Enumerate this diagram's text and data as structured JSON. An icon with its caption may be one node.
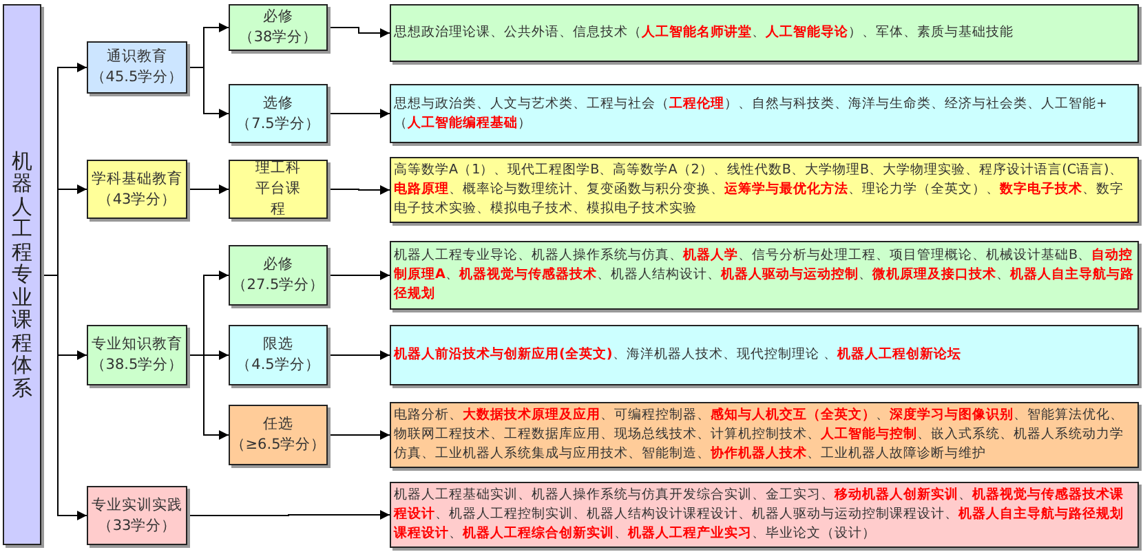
{
  "diagram": {
    "nodes": [
      {
        "text": [
          "机器人工程专业课程体系"
        ]
      },
      {
        "text": [
          "通识教育",
          "（45.5学分）"
        ]
      },
      {
        "text": [
          "必修",
          "（38学分）"
        ]
      },
      {
        "text": [
          "思想政治理论课、公共外语、信息技术（**人工智能名师讲堂**、**人工智能导论**）、军体、素质与基础技能"
        ]
      },
      {
        "text": [
          "选修",
          "（7.5学分）"
        ]
      },
      {
        "text": [
          "思想与政治类、人文与艺术类、工程与社会（**工程伦理**）、自然与科技类、海洋与生命类、经济与社会类、人工智能+（**人工智能编程基础**）"
        ]
      },
      {
        "text": [
          "学科基础教育",
          "（43学分）"
        ]
      },
      {
        "text": [
          "理工科平台课程"
        ]
      },
      {
        "text": [
          "高等数学A（1）、现代工程图学B、高等数学A（2）、线性代数B、大学物理B、大学物理实验、程序设计语言(C语言)、**电路原理**、概率论与数理统计、复变函数与积分变换、**运筹学与最优化方法**、理论力学（全英文）、**数字电子技术**、数字电子技术实验、模拟电子技术、模拟电子技术实验"
        ]
      },
      {
        "text": [
          "专业知识教育",
          "（38.5学分）"
        ]
      },
      {
        "text": [
          "必修",
          "（27.5学分）"
        ]
      },
      {
        "text": [
          "机器人工程专业导论、机器人操作系统与仿真、**机器人学**、信号分析与处理工程、项目管理概论、机械设计基础B、**自动控制原理A**、**机器视觉与传感器技术**、机器人结构设计、**机器人驱动与运动控制**、**微机原理及接口技术**、**机器人自主导航与路径规划**"
        ]
      },
      {
        "text": [
          "限选",
          "（4.5学分）"
        ]
      },
      {
        "text": [
          "**机器人前沿技术与创新应用(全英文)**、海洋机器人技术、现代控制理论 、**机器人工程创新论坛**"
        ]
      },
      {
        "text": [
          "任选",
          "（≥6.5学分）"
        ]
      },
      {
        "text": [
          "电路分析、**大数据技术原理及应用**、可编程控制器、**感知与人机交互（全英文）**、**深度学习与图像识别**、智能算法优化、物联网工程技术、工程数据库应用、现场总线技术、计算机控制技术、**人工智能与控制**、嵌入式系统、机器人系统动力学仿真、工业机器人系统集成与应用技术、智能制造、**协作机器人技术**、工业机器人故障诊断与维护"
        ]
      },
      {
        "text": [
          "专业实训实践",
          "（33学分）"
        ]
      },
      {
        "text": [
          "机器人工程基础实训、机器人操作系统与仿真开发综合实训、金工实习、**移动机器人创新实训**、**机器视觉与传感器技术课程设计**、机器人工程控制实训、机器人结构设计课程设计、机器人驱动与运动控制课程设计、**机器人自主导航与路径规划课程设计**、**机器人工程综合创新实训**、**机器人工程产业实习**、毕业论文（设计）"
        ]
      }
    ],
    "edges": [
      {
        "from": 0,
        "to": 1,
        "arrow": "to"
      },
      {
        "from": 0,
        "to": 6,
        "arrow": "to"
      },
      {
        "from": 0,
        "to": 9,
        "arrow": "to"
      },
      {
        "from": 0,
        "to": 16,
        "arrow": "to"
      },
      {
        "from": 1,
        "to": 2,
        "arrow": "to"
      },
      {
        "from": 1,
        "to": 4,
        "arrow": "to"
      },
      {
        "from": 2,
        "to": 3,
        "arrow": "to"
      },
      {
        "from": 4,
        "to": 5,
        "arrow": "to"
      },
      {
        "from": 6,
        "to": 7,
        "arrow": "to"
      },
      {
        "from": 7,
        "to": 8,
        "arrow": "to"
      },
      {
        "from": 9,
        "to": 10,
        "arrow": "to"
      },
      {
        "from": 9,
        "to": 12,
        "arrow": "to"
      },
      {
        "from": 9,
        "to": 14,
        "arrow": "to"
      },
      {
        "from": 10,
        "to": 11,
        "arrow": "to"
      },
      {
        "from": 12,
        "to": 13,
        "arrow": "to"
      },
      {
        "from": 14,
        "to": 15,
        "arrow": "to"
      },
      {
        "from": 16,
        "to": 17,
        "arrow": "to"
      }
    ]
  }
}
